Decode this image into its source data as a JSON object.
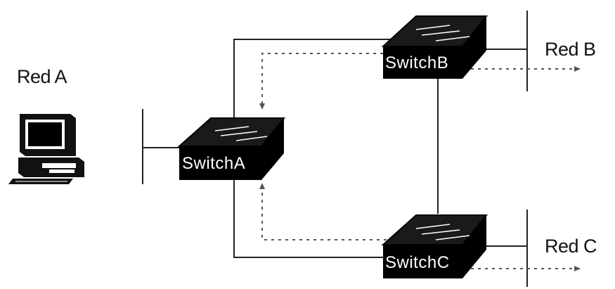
{
  "networks": [
    {
      "id": "red-a",
      "label": "Red A"
    },
    {
      "id": "red-b",
      "label": "Red B"
    },
    {
      "id": "red-c",
      "label": "Red C"
    }
  ],
  "switches": [
    {
      "id": "switch-a",
      "label": "SwitchA"
    },
    {
      "id": "switch-b",
      "label": "SwitchB"
    },
    {
      "id": "switch-c",
      "label": "SwitchC"
    }
  ],
  "links": [
    {
      "from": "switch-a",
      "to": "switch-b",
      "style": "solid"
    },
    {
      "from": "switch-a",
      "to": "switch-c",
      "style": "solid"
    },
    {
      "from": "switch-b",
      "to": "switch-c",
      "style": "solid"
    },
    {
      "from": "switch-b",
      "to": "switch-a",
      "style": "dotted-arrow"
    },
    {
      "from": "switch-c",
      "to": "switch-a",
      "style": "dotted-arrow"
    },
    {
      "from": "switch-b",
      "to": "red-b",
      "style": "dotted-arrow"
    },
    {
      "from": "switch-c",
      "to": "red-c",
      "style": "dotted-arrow"
    }
  ],
  "colors": {
    "line": "#222222",
    "switch_body": "#000000",
    "switch_top": "#1a1a1a",
    "switch_text": "#ffffff"
  },
  "icons": [
    "computer-icon",
    "switch-icon"
  ]
}
